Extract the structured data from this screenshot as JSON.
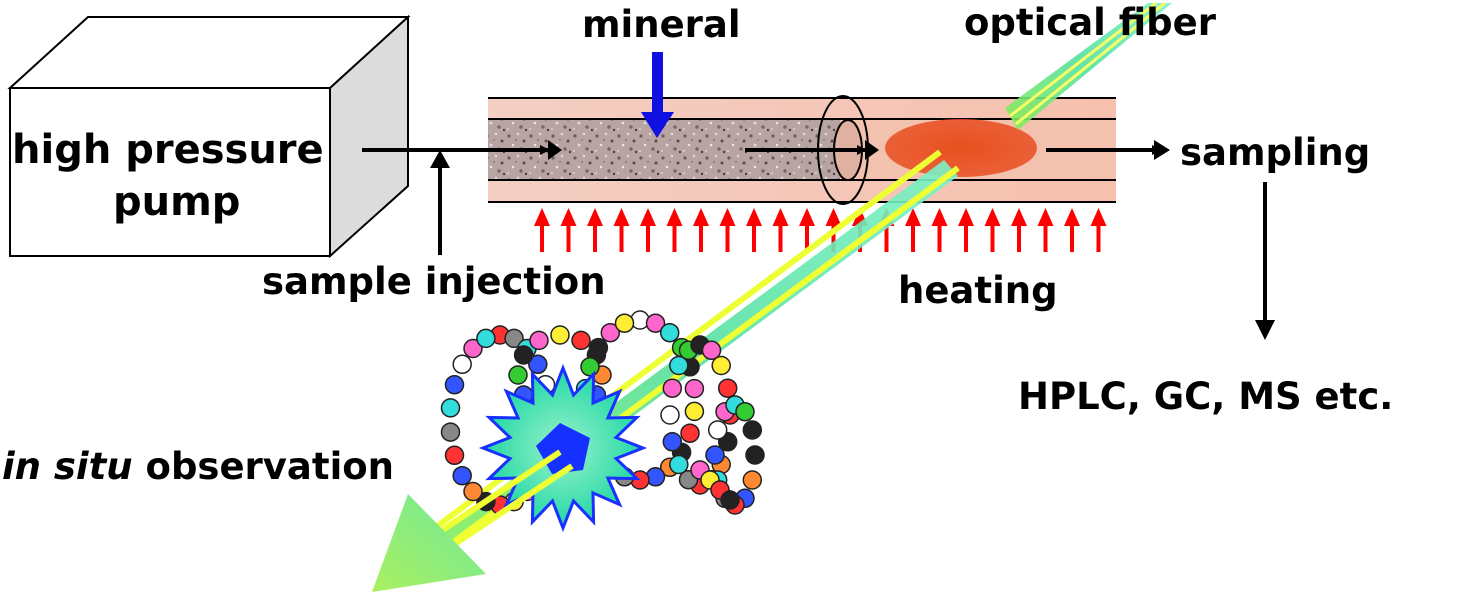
{
  "labels": {
    "pump_line1": "high pressure",
    "pump_line2": "pump",
    "mineral": "mineral",
    "optical_fiber": "optical fiber",
    "sampling": "sampling",
    "sample_injection": "sample injection",
    "heating": "heating",
    "analysis": "HPLC, GC, MS etc.",
    "observation_italic": "in situ",
    "observation_rest": " observation"
  },
  "colors": {
    "mineral_arrow": "#1010e0",
    "heating_arrows": "#ff0000",
    "tube_fill": "#f5c8b8",
    "hot_zone": "#e8401a",
    "fiber_green": "#66ee88",
    "fiber_yellow": "#eeff33",
    "burst": "#22ddbb",
    "pentagon": "#1530ff"
  },
  "icons": [
    "pump-box",
    "reactor-tube",
    "optical-fiber",
    "protein-bead-chain",
    "pentagon-molecule"
  ]
}
